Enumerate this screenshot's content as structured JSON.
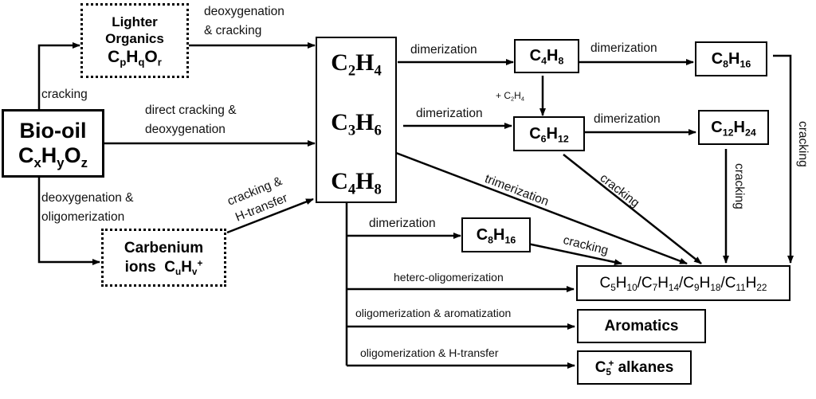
{
  "nodes": {
    "biooil": {
      "line1": "Bio-oil",
      "formula": [
        [
          "C",
          "x"
        ],
        [
          "H",
          "y"
        ],
        [
          "O",
          "z"
        ]
      ]
    },
    "lighter": {
      "line1": "Lighter",
      "line2": "Organics",
      "formula": [
        [
          "C",
          "p"
        ],
        [
          "H",
          "q"
        ],
        [
          "O",
          "r"
        ]
      ]
    },
    "carbenium": {
      "line1": "Carbenium",
      "line2_prefix": "ions",
      "formula": [
        [
          "C",
          "u"
        ],
        [
          "H",
          "v"
        ]
      ],
      "charge": "+"
    },
    "olefins": [
      {
        "formula": [
          [
            "C",
            "2"
          ],
          [
            "H",
            "4"
          ]
        ]
      },
      {
        "formula": [
          [
            "C",
            "3"
          ],
          [
            "H",
            "6"
          ]
        ]
      },
      {
        "formula": [
          [
            "C",
            "4"
          ],
          [
            "H",
            "8"
          ]
        ]
      }
    ],
    "c4h8": {
      "formula": [
        [
          "C",
          "4"
        ],
        [
          "H",
          "8"
        ]
      ]
    },
    "c8h16_top": {
      "formula": [
        [
          "C",
          "8"
        ],
        [
          "H",
          "16"
        ]
      ]
    },
    "c6h12": {
      "formula": [
        [
          "C",
          "6"
        ],
        [
          "H",
          "12"
        ]
      ]
    },
    "c12h24": {
      "formula": [
        [
          "C",
          "12"
        ],
        [
          "H",
          "24"
        ]
      ]
    },
    "c8h16_mid": {
      "formula": [
        [
          "C",
          "8"
        ],
        [
          "H",
          "16"
        ]
      ]
    },
    "odd_olefins": {
      "formula": [
        [
          "C",
          "5"
        ],
        [
          "H",
          "10"
        ],
        [
          "/",
          ""
        ],
        [
          "C",
          "7"
        ],
        [
          "H",
          "14"
        ],
        [
          "/",
          ""
        ],
        [
          "C",
          "9"
        ],
        [
          "H",
          "18"
        ],
        [
          "/",
          ""
        ],
        [
          "C",
          "11"
        ],
        [
          "H",
          "22"
        ]
      ]
    },
    "aromatics": {
      "label": "Aromatics"
    },
    "alkanes": {
      "prefix": "C",
      "sub": "5",
      "sup": "+",
      "suffix": " alkanes"
    }
  },
  "edge_labels": {
    "biooil_lighter": "cracking",
    "lighter_olefins_1": "deoxygenation",
    "lighter_olefins_2": "& cracking",
    "biooil_olefins_1": "direct cracking &",
    "biooil_olefins_2": "deoxygenation",
    "biooil_carbenium_1": "deoxygenation &",
    "biooil_carbenium_2": "oligomerization",
    "carbenium_olefins_1": "cracking &",
    "carbenium_olefins_2": "H-transfer",
    "c2h4_c4h8": "dimerization",
    "c4h8_c8h16": "dimerization",
    "c4h8_c6h12_prefix": "+ C",
    "c4h8_c6h12_sub1": "2",
    "c4h8_c6h12_mid": "H",
    "c4h8_c6h12_sub2": "4",
    "c3h6_c6h12": "dimerization",
    "c6h12_c12h24": "dimerization",
    "c8h16_cracking": "cracking",
    "c12h24_cracking": "cracking",
    "c6h12_cracking": "cracking",
    "trimerization": "trimerization",
    "c4h8_c8h16_mid": "dimerization",
    "c8h16_mid_cracking": "cracking",
    "hetero": "heterc-oligomerization",
    "aromatization": "oligomerization & aromatization",
    "htransfer": "oligomerization & H-transfer"
  }
}
